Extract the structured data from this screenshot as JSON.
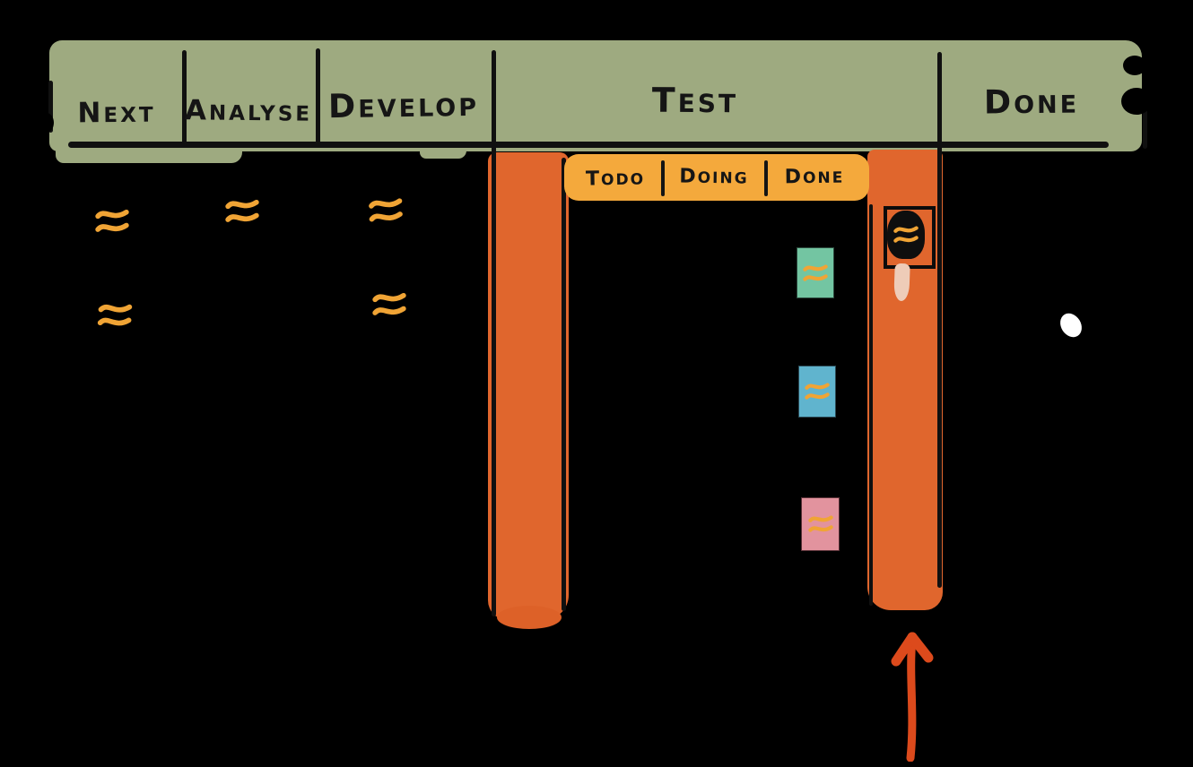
{
  "board": {
    "columns": [
      {
        "id": "next",
        "label": "Next"
      },
      {
        "id": "analyse",
        "label": "Analyse"
      },
      {
        "id": "develop",
        "label": "Develop"
      },
      {
        "id": "test",
        "label": "Test"
      },
      {
        "id": "done",
        "label": "Done"
      }
    ],
    "test_subboard": {
      "columns": [
        {
          "id": "todo",
          "label": "Todo"
        },
        {
          "id": "doing",
          "label": "Doing"
        },
        {
          "id": "done",
          "label": "Done"
        }
      ]
    },
    "notes": {
      "next_count": 2,
      "analyse_count": 1,
      "develop_count": 2,
      "test_done_column": [
        {
          "color": "#73c5a2"
        },
        {
          "color": "#60b4ce"
        },
        {
          "color": "#e2939e"
        }
      ],
      "highlighted_note": {
        "color": "#0e0e0e",
        "framed": true,
        "lane": "test-right-lane"
      }
    },
    "lanes": {
      "left_lane_color": "#e0662d",
      "right_lane_color": "#e0662d"
    }
  },
  "annotations": {
    "up_arrow": {
      "points_to": "test-right-lane",
      "direction": "up",
      "color": "#dc4a1c"
    }
  },
  "colors": {
    "background": "#000000",
    "header_green": "#9eaa80",
    "subheader_orange": "#f4a93c",
    "lane_orange": "#e0662d",
    "ink_black": "#101010",
    "note_squiggle_orange": "#f0a435",
    "arrow_red": "#dc4a1c",
    "drip_cream": "#eeccb8",
    "speck_white": "#ffffff"
  }
}
